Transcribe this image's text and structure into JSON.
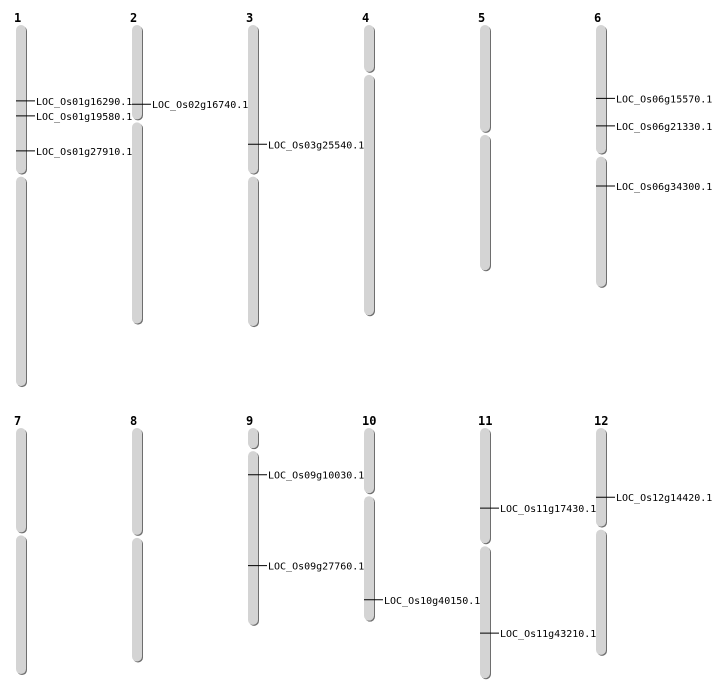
{
  "unit": "Mb",
  "colors": {
    "chromosome_fill": "#d4d4d4",
    "chromosome_shadow": "#6e6e6e",
    "marker": "#000000"
  },
  "chromosomes": [
    {
      "name": "1",
      "length": 43.3,
      "centromere": 18.0,
      "genes": [
        {
          "id": "LOC_Os01g16290.1",
          "pos": 9.1
        },
        {
          "id": "LOC_Os01g19580.1",
          "pos": 10.9
        },
        {
          "id": "LOC_Os01g27910.1",
          "pos": 15.1
        }
      ]
    },
    {
      "name": "2",
      "length": 35.8,
      "centromere": 11.5,
      "genes": [
        {
          "id": "LOC_Os02g16740.1",
          "pos": 9.5
        }
      ]
    },
    {
      "name": "3",
      "length": 36.1,
      "centromere": 18.0,
      "genes": [
        {
          "id": "LOC_Os03g25540.1",
          "pos": 14.3
        }
      ]
    },
    {
      "name": "4",
      "length": 34.8,
      "centromere": 5.8,
      "genes": []
    },
    {
      "name": "5",
      "length": 29.4,
      "centromere": 13.0,
      "genes": []
    },
    {
      "name": "6",
      "length": 31.4,
      "centromere": 15.6,
      "genes": [
        {
          "id": "LOC_Os06g15570.1",
          "pos": 8.8
        },
        {
          "id": "LOC_Os06g21330.1",
          "pos": 12.1
        },
        {
          "id": "LOC_Os06g34300.1",
          "pos": 19.3
        }
      ]
    },
    {
      "name": "7",
      "length": 29.5,
      "centromere": 12.7,
      "genes": []
    },
    {
      "name": "8",
      "length": 28.0,
      "centromere": 13.0,
      "genes": []
    },
    {
      "name": "9",
      "length": 23.6,
      "centromere": 2.6,
      "genes": [
        {
          "id": "LOC_Os09g10030.1",
          "pos": 5.6
        },
        {
          "id": "LOC_Os09g27760.1",
          "pos": 16.5
        }
      ]
    },
    {
      "name": "10",
      "length": 23.1,
      "centromere": 8.0,
      "genes": [
        {
          "id": "LOC_Os10g40150.1",
          "pos": 20.6
        }
      ]
    },
    {
      "name": "11",
      "length": 30.0,
      "centromere": 14.0,
      "genes": [
        {
          "id": "LOC_Os11g17430.1",
          "pos": 9.6
        },
        {
          "id": "LOC_Os11g43210.1",
          "pos": 24.6
        }
      ]
    },
    {
      "name": "12",
      "length": 27.2,
      "centromere": 12.0,
      "genes": [
        {
          "id": "LOC_Os12g14420.1",
          "pos": 8.3
        }
      ]
    }
  ]
}
